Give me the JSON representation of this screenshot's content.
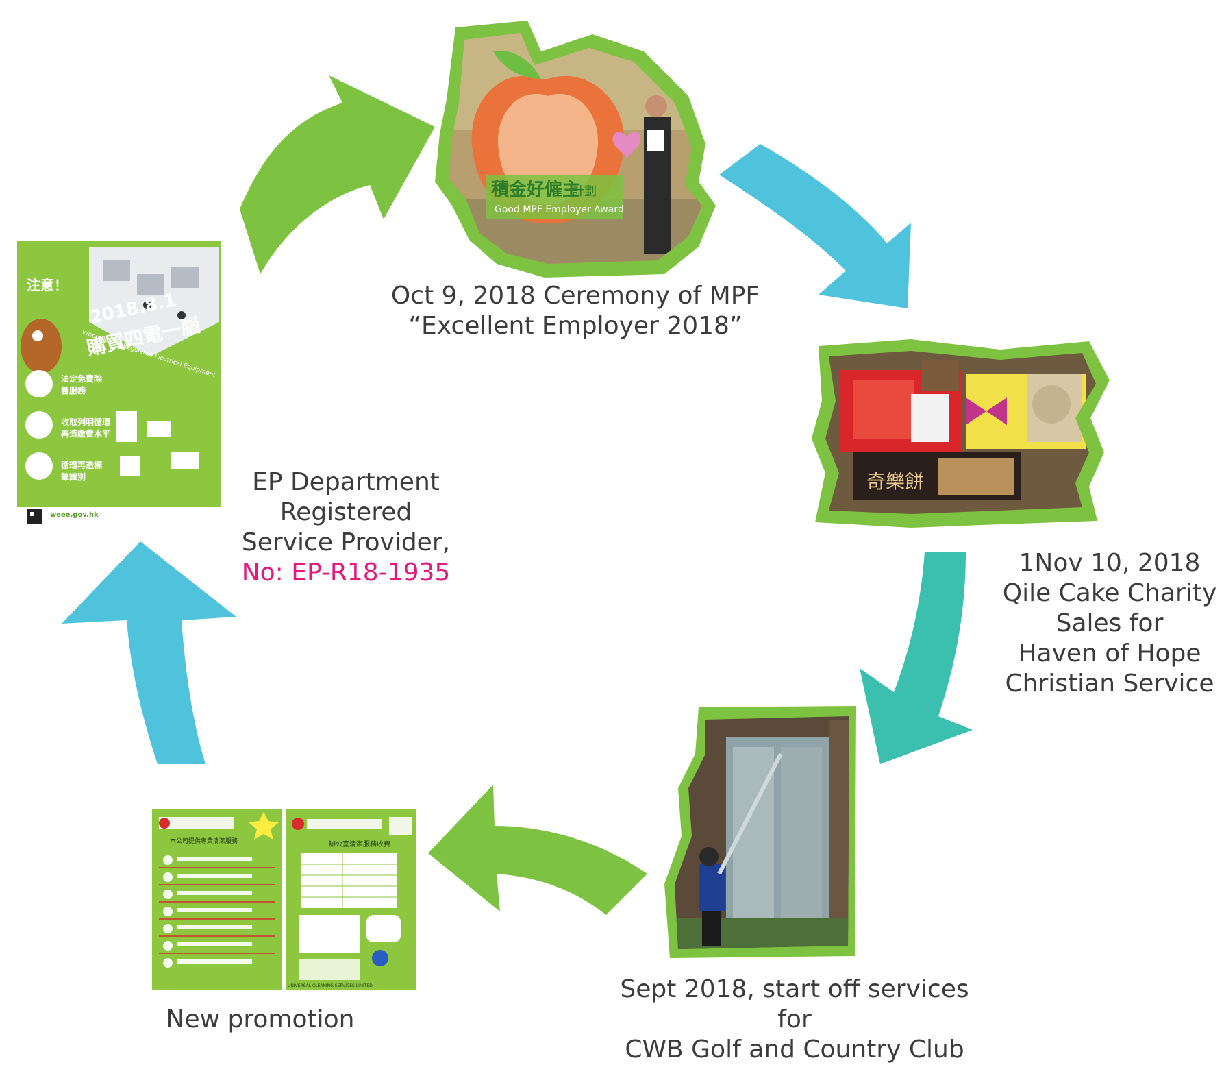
{
  "cycle": {
    "award": {
      "caption_line1": "Oct 9, 2018 Ceremony of MPF",
      "caption_line2": "“Excellent Employer 2018”",
      "sign_chinese": "積金好僱主",
      "sign_plan": "計劃",
      "sign_english": "Good MPF Employer Award"
    },
    "charity": {
      "caption_lines": [
        "1Nov 10, 2018",
        "Qile Cake Charity",
        "Sales for",
        "Haven of Hope",
        "Christian Service"
      ],
      "box_label": "奇樂餅"
    },
    "golf": {
      "caption_line1": "Sept 2018, start off services for",
      "caption_line2": "CWB Golf and Country Club"
    },
    "promotion": {
      "caption": "New promotion",
      "flyer_left_title": "本公司提供專業清潔服務",
      "flyer_right_title": "辦公室清潔服務收費",
      "flyer_company": "UNIVERSAL CLEANING SERVICES LIMITED"
    },
    "ep": {
      "caption_line1": "EP Department",
      "caption_line2": "Registered",
      "caption_line3": "Service Provider,",
      "caption_line4": "No: EP-R18-1935",
      "poster_attention": "注意！",
      "poster_date": "2018.8.1",
      "poster_title": "購買四電一腦",
      "poster_subtitle": "When Buying Regulated Electrical Equipment",
      "poster_item1": "法定免費除舊服務",
      "poster_item2": "收取列明循環再造繳費水平",
      "poster_item3": "循環再造標籤識別",
      "poster_url": "weee.gov.hk"
    }
  },
  "colors": {
    "green_arrow": "#7dc241",
    "blue_arrow": "#4fc3dc",
    "teal_arrow": "#3bbfae",
    "frame_green": "#7dc241",
    "caption_text": "#3c3c3c",
    "highlight": "#e4197f"
  }
}
